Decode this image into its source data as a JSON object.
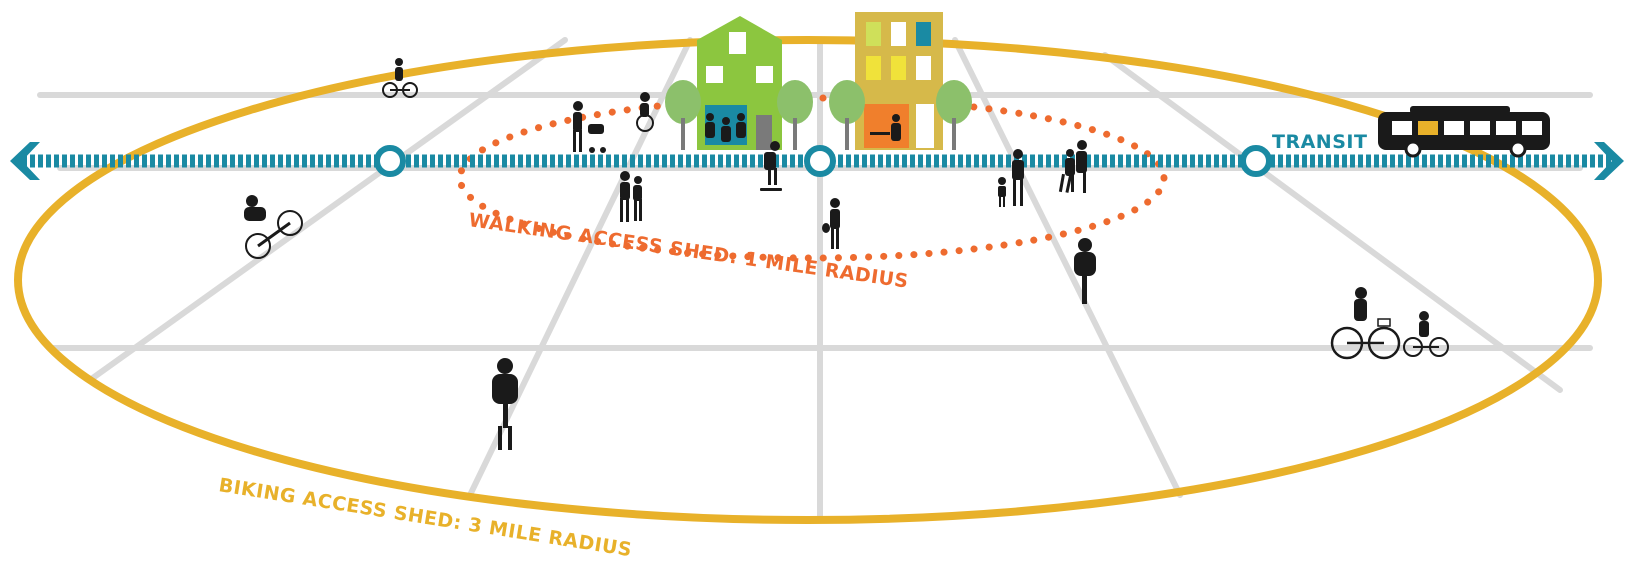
{
  "labels": {
    "transit": "TRANSIT",
    "walking_shed": "WALKING ACCESS SHED: 1 MILE RADIUS",
    "biking_shed": "BIKING ACCESS SHED: 3 MILE RADIUS"
  },
  "colors": {
    "biking_ring": "#e8b12a",
    "walking_ring": "#ee6b2f",
    "transit_line": "#1a8aa3",
    "grid": "#d9d9d9",
    "building_green": "#8cc63f",
    "building_yellow": "#d6b94a",
    "storefront_blue": "#1a8aa3",
    "storefront_orange": "#f07f2c",
    "tree": "#8cc06b",
    "silhouette": "#1a1a1a"
  },
  "icons": {
    "transit_arrow_left": "arrow-left-icon",
    "transit_arrow_right": "arrow-right-icon",
    "station": "station-ring-icon",
    "bus": "bus-icon",
    "building": "building-icon",
    "tree": "tree-icon",
    "person": "person-icon",
    "cyclist": "cyclist-icon"
  },
  "transit_stations": 3
}
